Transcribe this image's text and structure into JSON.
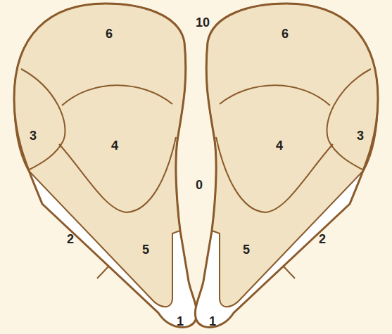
{
  "diagram": {
    "labels": [
      "6",
      "10",
      "6",
      "3",
      "4",
      "4",
      "3",
      "0",
      "2",
      "5",
      "5",
      "2",
      "1",
      "1"
    ]
  }
}
